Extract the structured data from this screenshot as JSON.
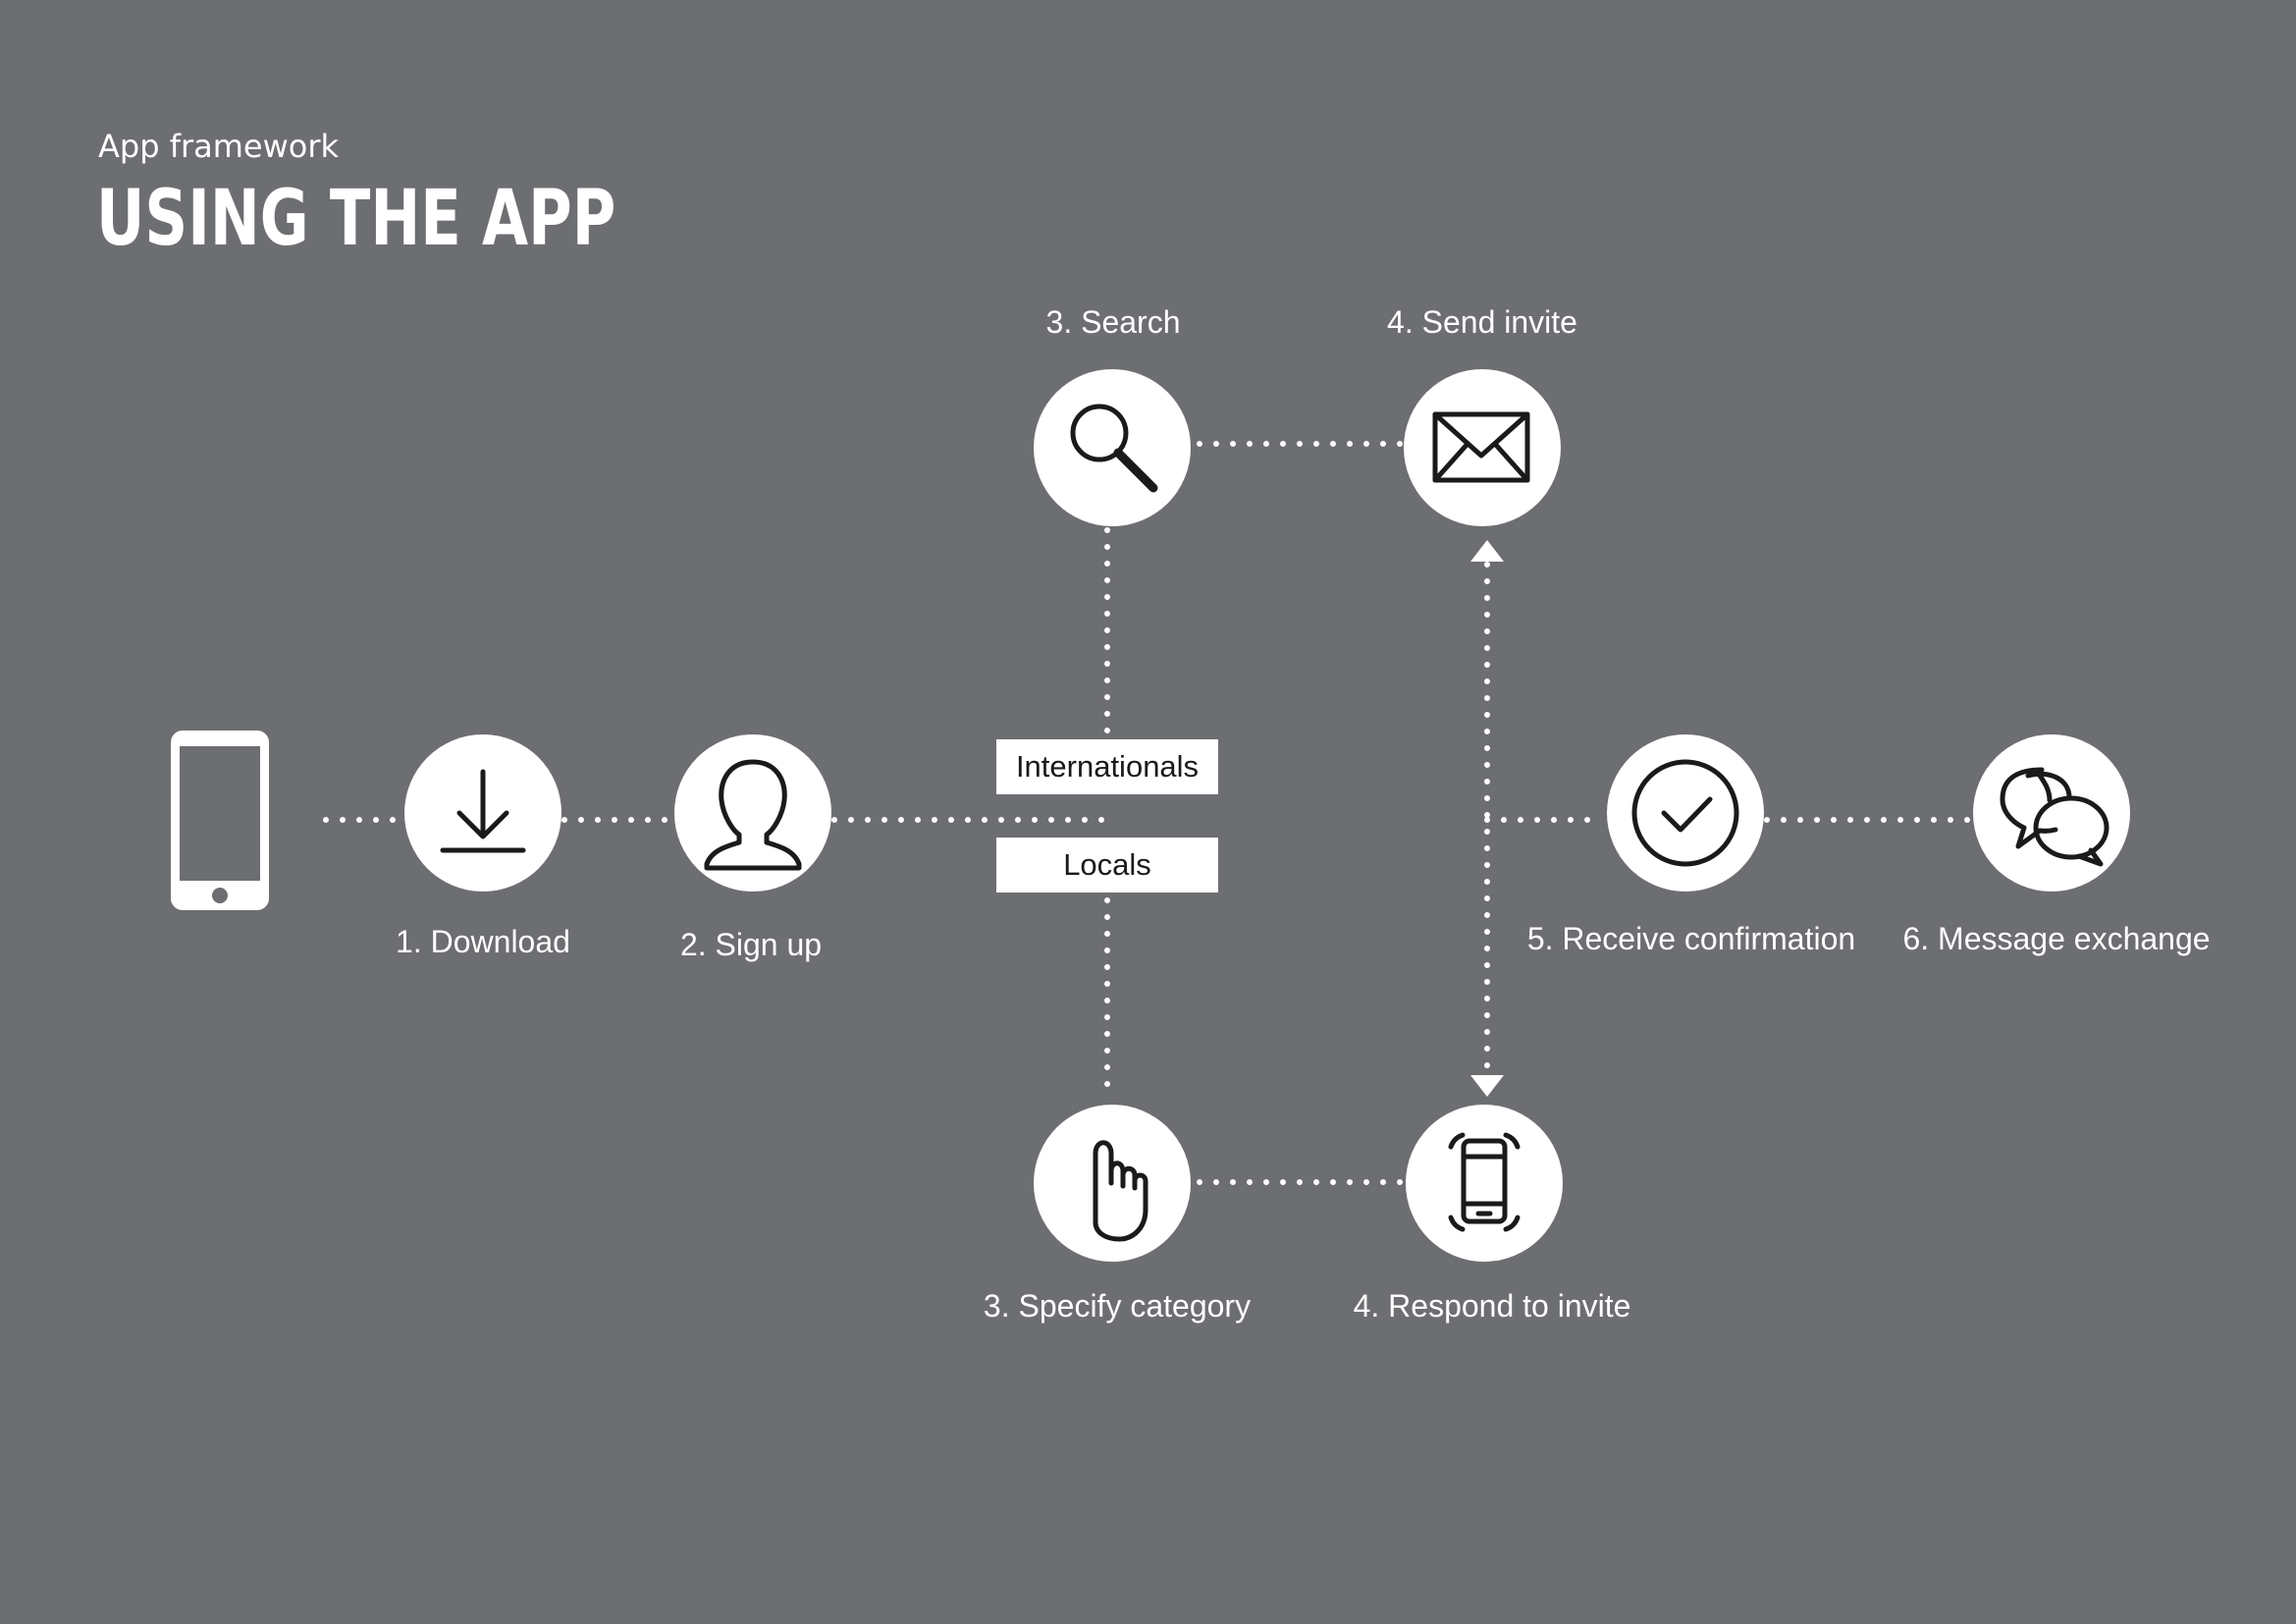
{
  "header": {
    "kicker": "App framework",
    "title": "USING THE APP"
  },
  "colors": {
    "background": "#6d6e72",
    "node": "#ffffff",
    "icon": "#1a1a1a"
  },
  "steps": {
    "download": {
      "label": "1. Download",
      "icon": "download-icon"
    },
    "signup": {
      "label": "2. Sign up",
      "icon": "user-icon"
    },
    "search": {
      "label": "3. Search",
      "icon": "search-icon"
    },
    "send_invite": {
      "label": "4. Send invite",
      "icon": "envelope-icon"
    },
    "specify_category": {
      "label": "3. Specify category",
      "icon": "pointing-hand-icon"
    },
    "respond_invite": {
      "label": "4. Respond to invite",
      "icon": "ringing-phone-icon"
    },
    "receive_confirmation": {
      "label": "5.  Receive confirmation",
      "icon": "checkmark-icon"
    },
    "message_exchange": {
      "label": "6. Message exchange",
      "icon": "chat-bubbles-icon"
    }
  },
  "branches": {
    "internationals": "Internationals",
    "locals": "Locals"
  }
}
